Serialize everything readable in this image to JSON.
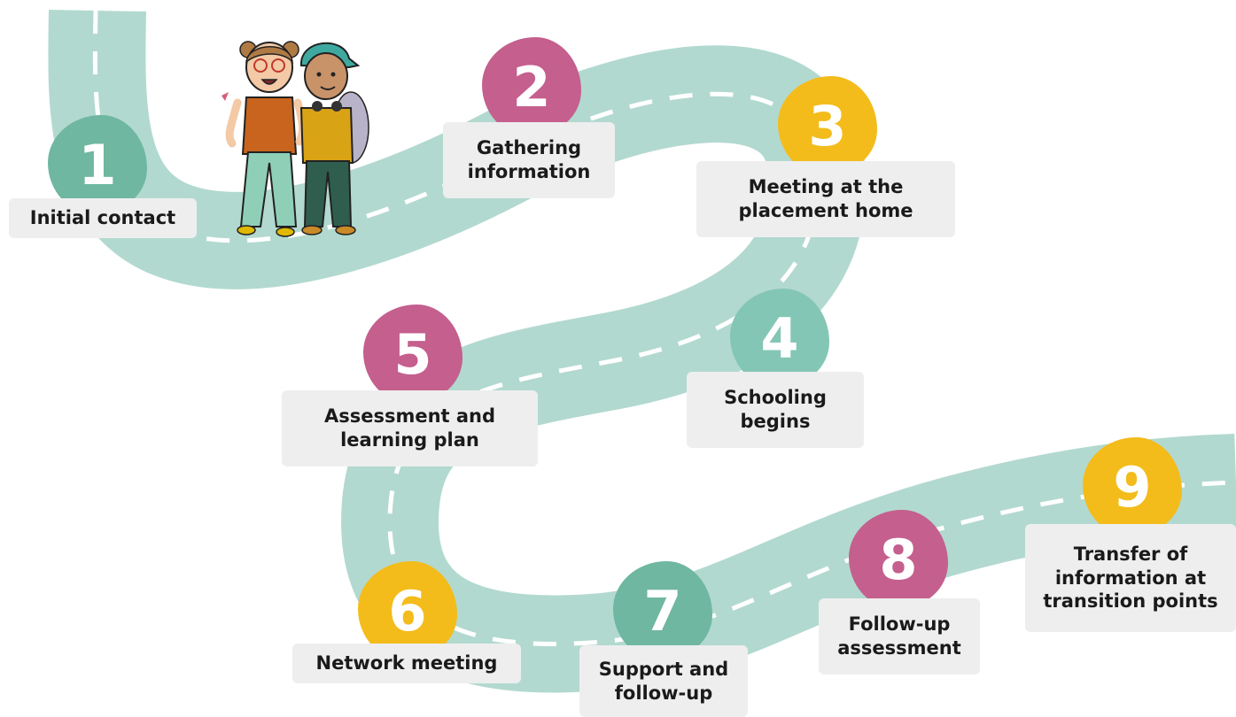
{
  "colors": {
    "road": "#b2d9cf",
    "dash": "#ffffff",
    "teal": "#6fb7a0",
    "light_teal": "#84c6b5",
    "pink": "#c45f8e",
    "yellow": "#f3bc1b",
    "label_bg": "#eeeeee"
  },
  "illustration": "two-children-walking",
  "steps": [
    {
      "number": "1",
      "label": "Initial contact",
      "color": "#6fb7a0"
    },
    {
      "number": "2",
      "label": "Gathering\ninformation",
      "color": "#c45f8e"
    },
    {
      "number": "3",
      "label": "Meeting at the\nplacement home",
      "color": "#f3bc1b"
    },
    {
      "number": "4",
      "label": "Schooling\nbegins",
      "color": "#84c6b5"
    },
    {
      "number": "5",
      "label": "Assessment and\nlearning plan",
      "color": "#c45f8e"
    },
    {
      "number": "6",
      "label": "Network meeting",
      "color": "#f3bc1b"
    },
    {
      "number": "7",
      "label": "Support and\nfollow-up",
      "color": "#6fb7a0"
    },
    {
      "number": "8",
      "label": "Follow-up\nassessment",
      "color": "#c45f8e"
    },
    {
      "number": "9",
      "label": "Transfer of\ninformation at\ntransition points",
      "color": "#f3bc1b"
    }
  ]
}
